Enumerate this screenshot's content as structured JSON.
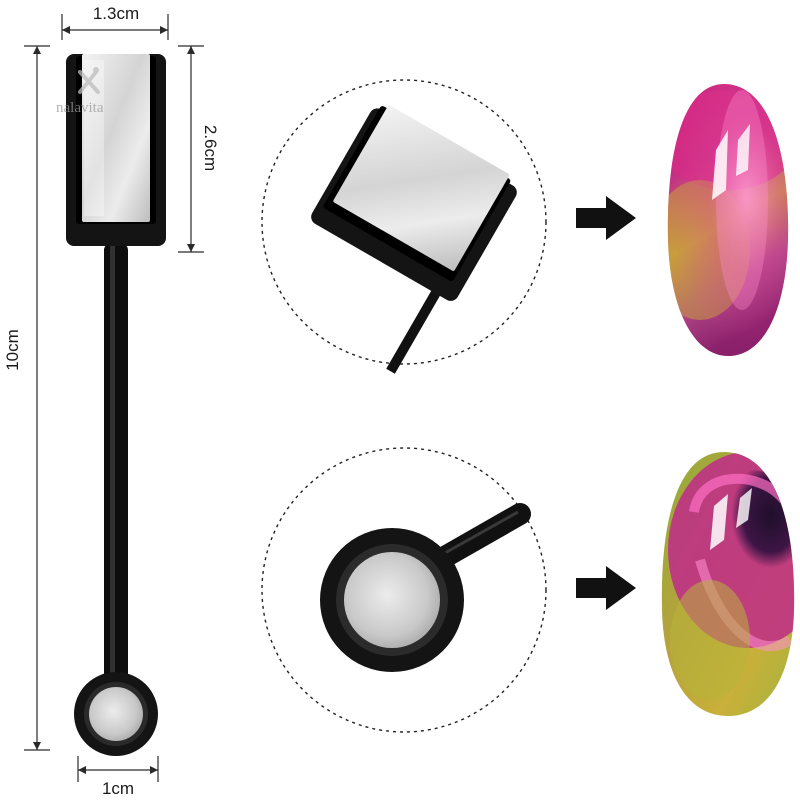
{
  "dimensions": {
    "top_width": "1.3cm",
    "head_height": "2.6cm",
    "total_length": "10cm",
    "bottom_width": "1cm"
  },
  "watermark": {
    "text": "nalavita"
  },
  "colors": {
    "tool_black": "#141414",
    "magnet_silver": "#d9d9d9",
    "dimension_line": "#2a2a2a",
    "arrow": "#111111",
    "nail_magenta": "#c8237a",
    "nail_gold": "#c9a43a",
    "nail_green": "#7fa03a"
  },
  "icons": {
    "arrow_top": "arrow-right-icon",
    "arrow_bottom": "arrow-right-icon"
  }
}
